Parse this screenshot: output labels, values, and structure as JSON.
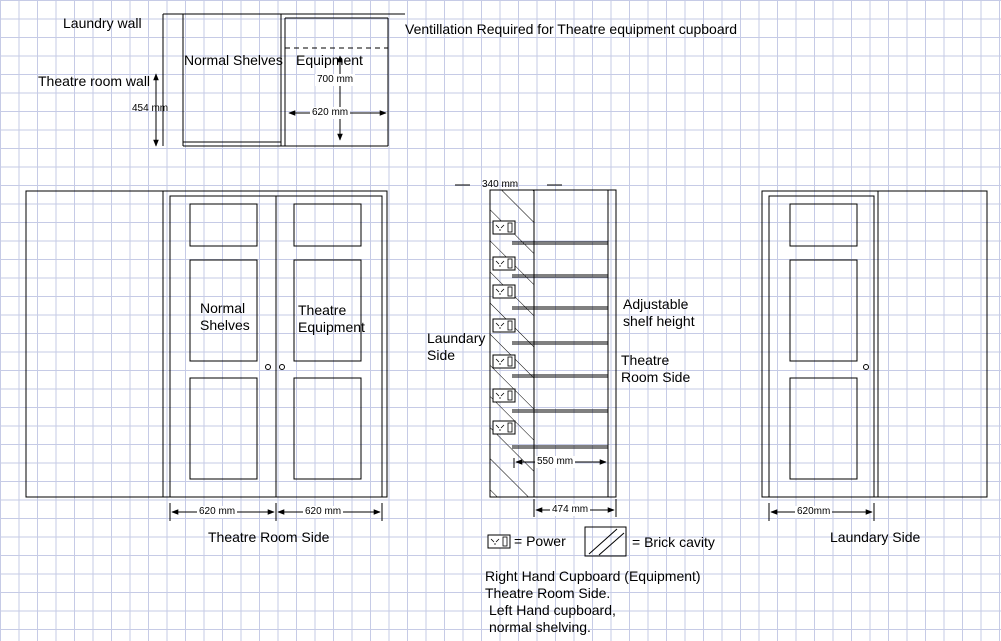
{
  "top_plan": {
    "laundry_wall": "Laundry wall",
    "theatre_room_wall": "Theatre room wall",
    "normal_shelves": "Normal Shelves",
    "equipment": "Equipment",
    "ventilation_note": "Ventillation Required for Theatre equipment cupboard",
    "dim_depth": "454 mm",
    "dim_height": "700 mm",
    "dim_width": "620 mm"
  },
  "theatre_elevation": {
    "left_door_label_1": "Normal",
    "left_door_label_2": "Shelves",
    "right_door_label_1": "Theatre",
    "right_door_label_2": "Equipment",
    "dim_left": "620 mm",
    "dim_right": "620 mm",
    "caption": "Theatre Room Side"
  },
  "section": {
    "dim_top": "340 mm",
    "dim_shelf": "550 mm",
    "dim_bottom": "474 mm",
    "laundry_side_1": "Laundary",
    "laundry_side_2": "Side",
    "adjustable_1": "Adjustable",
    "adjustable_2": "shelf height",
    "theatre_side_1": "Theatre",
    "theatre_side_2": "Room Side"
  },
  "laundry_elevation": {
    "dim": "620mm",
    "caption": "Laundary Side"
  },
  "legend": {
    "power": "= Power",
    "brick": "= Brick cavity"
  },
  "notes": {
    "line1": "Right Hand Cupboard (Equipment)",
    "line2": "Theatre Room Side.",
    "line3": "Left Hand cupboard,",
    "line4": "normal shelving."
  },
  "colors": {
    "grid": "#c6cbe6",
    "line": "#000000",
    "background": "#ffffff"
  },
  "icons": [
    "power-outlet-icon",
    "brick-cavity-icon"
  ]
}
